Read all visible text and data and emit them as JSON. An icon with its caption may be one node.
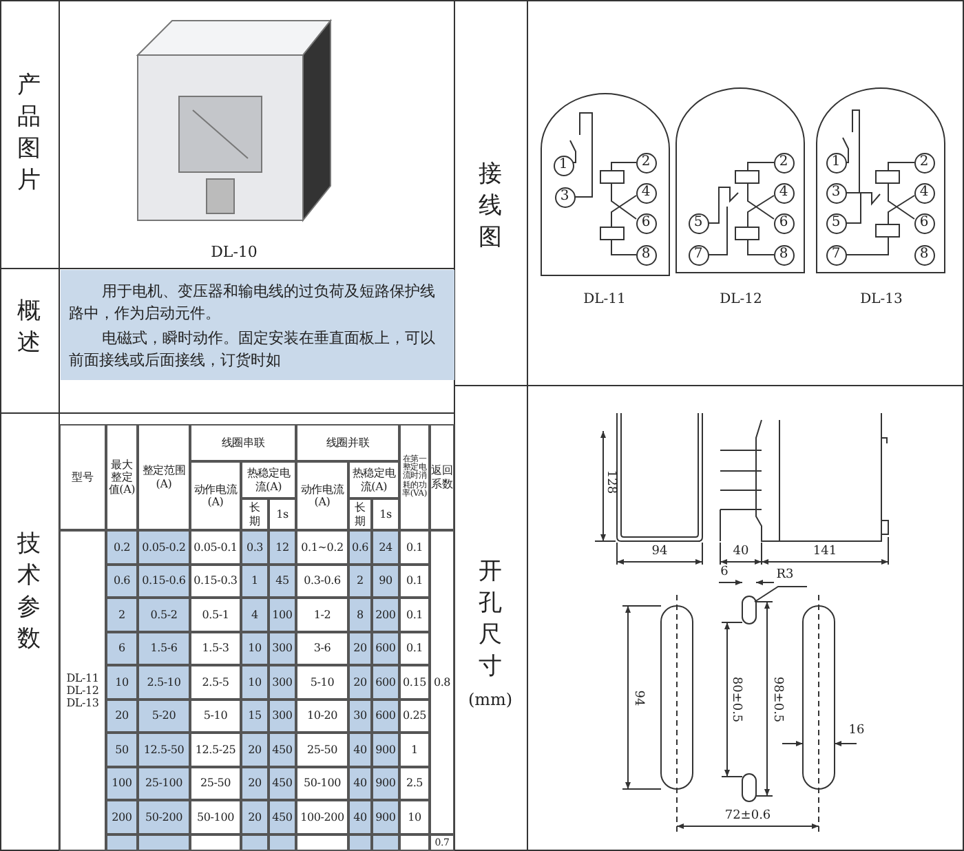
{
  "diagram": {
    "labels": [
      "产品图片",
      "DL-10",
      "接线图",
      "1",
      "2",
      "3",
      "4",
      "6",
      "8",
      "2",
      "4",
      "5",
      "6",
      "7",
      "8",
      "1",
      "2",
      "3",
      "4",
      "5",
      "6",
      "7",
      "8",
      "DL-11",
      "DL-12",
      "DL-13",
      "概述",
      "用于电机、变压器和输电线的过负荷及短路保护线路中，作为启动元件。",
      "电磁式，瞬时动作。固定安装在垂直面板上，可以前面接线或后面接线，订货时如",
      "技术参数",
      "型号",
      "最大整定值(A)",
      "整定范围(A)",
      "线圈串联",
      "线圈并联",
      "在第一整定电流时消耗的功率(VA)",
      "返回系数",
      "动作电流(A)",
      "热稳定电流(A)",
      "动作电流(A)",
      "热稳定电流(A)",
      "长期",
      "1s",
      "长期",
      "1s",
      "DL-11 DL-12 DL-13",
      "0.2",
      "0.05-0.2",
      "0.05-0.1",
      "0.3",
      "12",
      "0.1~0.2",
      "0.6",
      "24",
      "0.1",
      "0.6",
      "0.15-0.6",
      "0.15-0.3",
      "1",
      "45",
      "0.3-0.6",
      "2",
      "90",
      "0.1",
      "2",
      "0.5-2",
      "0.5-1",
      "4",
      "100",
      "1-2",
      "8",
      "200",
      "0.1",
      "6",
      "1.5-6",
      "1.5-3",
      "10",
      "300",
      "3-6",
      "20",
      "600",
      "0.1",
      "10",
      "2.5-10",
      "2.5-5",
      "10",
      "300",
      "5-10",
      "20",
      "600",
      "0.15",
      "20",
      "5-20",
      "5-10",
      "15",
      "300",
      "10-20",
      "30",
      "600",
      "0.25",
      "50",
      "12.5-50",
      "12.5-25",
      "20",
      "450",
      "25-50",
      "40",
      "900",
      "1",
      "100",
      "25-100",
      "25-50",
      "20",
      "450",
      "50-100",
      "40",
      "900",
      "2.5",
      "200",
      "50-200",
      "50-100",
      "20",
      "450",
      "100-200",
      "40",
      "900",
      "10",
      "0.8",
      "0.7",
      "开孔尺寸",
      "(mm)",
      "128",
      "94",
      "40",
      "141",
      "6",
      "R3",
      "94",
      "80±0.5",
      "98±0.5",
      "16",
      "72±0.6"
    ]
  }
}
